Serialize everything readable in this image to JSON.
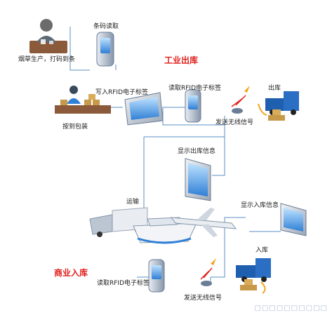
{
  "labels": {
    "barcode_read": "条码读取",
    "tobacco_production": "烟草生产，打码到条",
    "industrial_outbound": "工业出库",
    "write_rfid": "写入RFID电子标签",
    "read_rfid_top": "读取RFID电子标签",
    "outbound": "出库",
    "pack_by_case": "按到包装",
    "send_signal_top": "发送无线信号",
    "show_outbound_info": "显示出库信息",
    "transport": "运输",
    "show_inbound_info": "显示入库信息",
    "commercial_inbound": "商业入库",
    "inbound": "入库",
    "read_rfid_bottom": "读取RFID电子标签",
    "send_signal_bottom": "发送无线信号"
  },
  "watermark": "□□□□□□□□□□",
  "colors": {
    "section_title": "#e0201c",
    "connector": "#5a8fc4",
    "truck_cab": "#1f5fb0",
    "box": "#c79a4a",
    "device": "#6a7d96",
    "screen": "#2f7fd6"
  }
}
